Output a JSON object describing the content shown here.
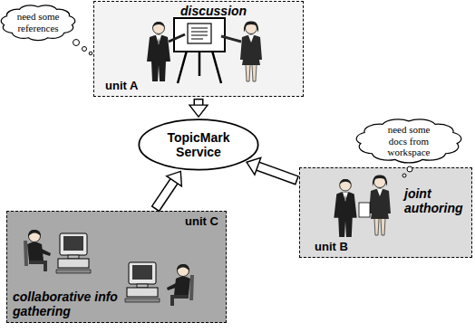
{
  "diagram": {
    "nodes": [
      {
        "text": [
          "need some references"
        ]
      },
      {
        "text": [
          "discussion",
          "unit A"
        ]
      },
      {
        "text": [
          "TopicMark Service"
        ]
      },
      {
        "text": [
          "need some docs from workspace"
        ]
      },
      {
        "text": [
          "joint authoring",
          "unit B"
        ]
      },
      {
        "text": [
          "unit C",
          "collaborative info gathering"
        ]
      }
    ],
    "edges": [
      {
        "from": 1,
        "to": 2,
        "arrow": "to"
      },
      {
        "from": 4,
        "to": 2,
        "arrow": "to"
      },
      {
        "from": 5,
        "to": 2,
        "arrow": "to"
      }
    ]
  }
}
